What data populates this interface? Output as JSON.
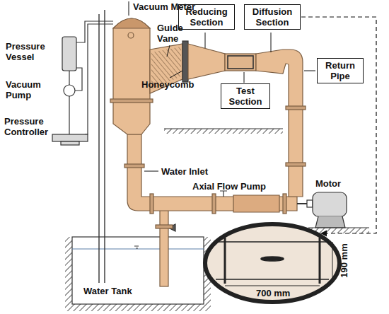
{
  "diagram": {
    "nodes": [
      {
        "text": [
          "Reducing Section"
        ]
      },
      {
        "text": [
          "Diffusion Section"
        ]
      },
      {
        "text": [
          "Test Section"
        ]
      },
      {
        "text": [
          "Return Pipe"
        ]
      }
    ],
    "labels": [
      "Vacuum Meter",
      "Guide Vane",
      "Pressure Vessel",
      "Honeycomb",
      "Vacuum Pump",
      "Pressure Controller",
      "Water Inlet",
      "Axial Flow Pump",
      "Motor",
      "Water Tank",
      "190 mm",
      "700 mm"
    ]
  }
}
